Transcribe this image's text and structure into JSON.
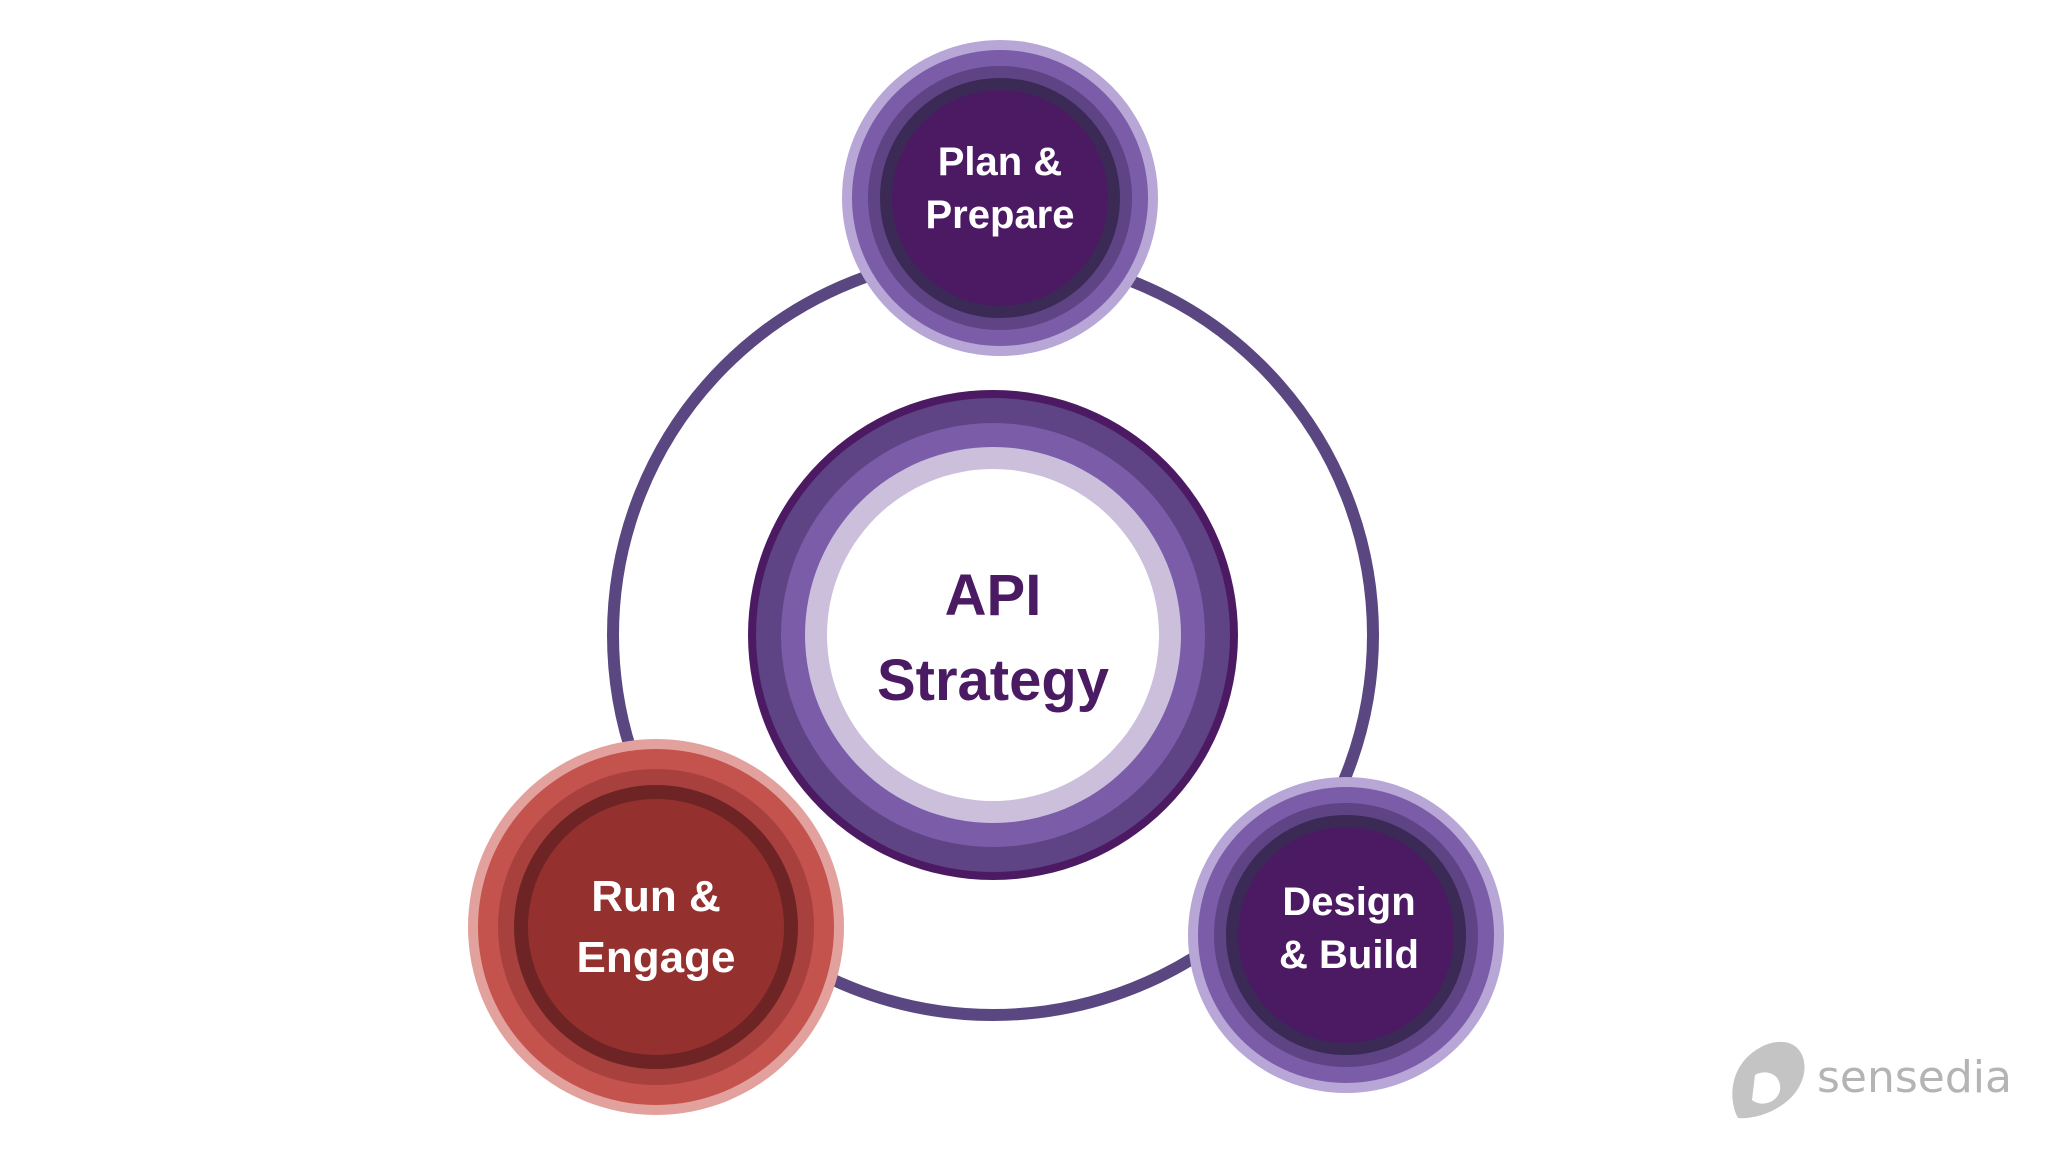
{
  "diagram": {
    "center": {
      "line1": "API",
      "line2": "Strategy"
    },
    "nodes": [
      {
        "id": "plan",
        "line1": "Plan &",
        "line2": "Prepare"
      },
      {
        "id": "design",
        "line1": "Design",
        "line2": "& Build"
      },
      {
        "id": "run",
        "line1": "Run &",
        "line2": "Engage"
      }
    ]
  },
  "logo": {
    "text": "sensedia"
  },
  "colors": {
    "ring": "#5a4680",
    "purple_dark": "#4c1a63",
    "purple_mid": "#7a5ca8",
    "purple_light": "#c9b9dc",
    "red_dark": "#94312f",
    "red_mid": "#c4524d",
    "center_text": "#4a1a63",
    "logo_gray": "#b4b4b4"
  }
}
